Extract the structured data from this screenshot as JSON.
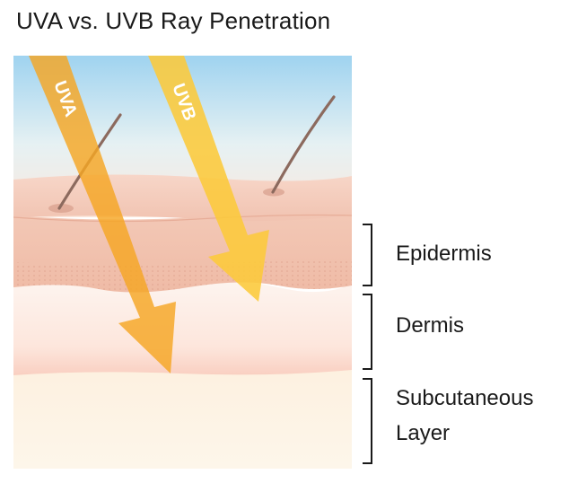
{
  "title": "UVA vs. UVB Ray Penetration",
  "rays": [
    {
      "label": "UVA",
      "color": "#f5a623"
    },
    {
      "label": "UVB",
      "color": "#fcc93a"
    }
  ],
  "layers": [
    {
      "id": "epidermis",
      "label": "Epidermis",
      "color": "#f2c5b4"
    },
    {
      "id": "dermis",
      "label": "Dermis",
      "color": "#fde9e1"
    },
    {
      "id": "subcutaneous",
      "label_line1": "Subcutaneous",
      "label_line2": "Layer",
      "color": "#fdf3e3"
    }
  ],
  "colors": {
    "sky_top": "#9fd3f0",
    "sky_bottom": "#fbe8dd",
    "hair": "#8c6a5e"
  }
}
